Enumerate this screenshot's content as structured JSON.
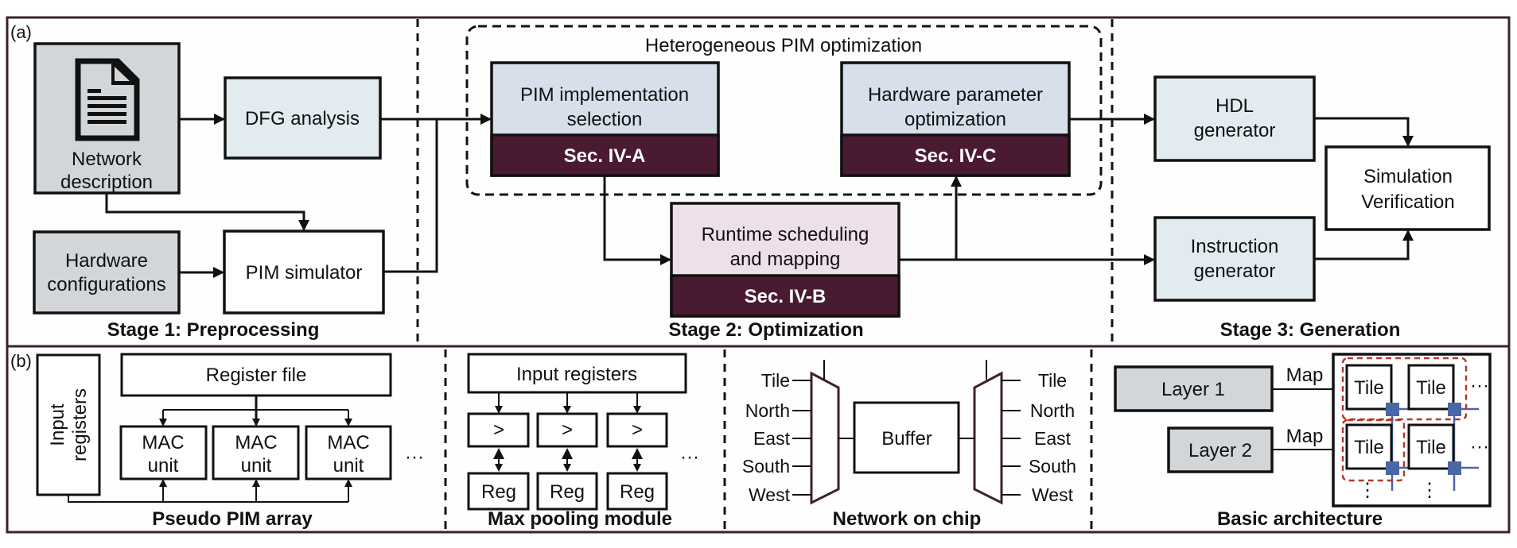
{
  "colors": {
    "frame": "#3d2030",
    "section_band": "#4a1a33",
    "input_gray": "#d3d6d9",
    "light_blue": "#e2ebf0",
    "slate_blue": "#d6dfea",
    "light_pink": "#eee0e8",
    "router_blue": "#4a66a6",
    "mapping_red": "#b23a2a"
  },
  "panel_a": {
    "tag": "(a)",
    "stage1": {
      "title": "Stage 1: Preprocessing",
      "network_description": [
        "Network",
        "description"
      ],
      "document_icon": "document-icon",
      "dfg_analysis": "DFG analysis",
      "hardware_configurations": [
        "Hardware",
        "configurations"
      ],
      "pim_simulator": "PIM simulator"
    },
    "stage2": {
      "title": "Stage 2: Optimization",
      "group_title": "Heterogeneous PIM optimization",
      "pim_selection": [
        "PIM implementation",
        "selection"
      ],
      "pim_selection_sec": "Sec. IV-A",
      "hw_param_opt": [
        "Hardware parameter",
        "optimization"
      ],
      "hw_param_opt_sec": "Sec. IV-C",
      "runtime": [
        "Runtime scheduling",
        "and mapping"
      ],
      "runtime_sec": "Sec. IV-B"
    },
    "stage3": {
      "title": "Stage 3: Generation",
      "hdl_generator": [
        "HDL",
        "generator"
      ],
      "instruction_generator": [
        "Instruction",
        "generator"
      ],
      "simulation_verification": [
        "Simulation",
        "Verification"
      ]
    }
  },
  "panel_b": {
    "tag": "(b)",
    "pseudo_pim": {
      "title": "Pseudo PIM array",
      "input_registers": [
        "Input",
        "registers"
      ],
      "register_file": "Register file",
      "mac_units": [
        [
          "MAC",
          "unit"
        ],
        [
          "MAC",
          "unit"
        ],
        [
          "MAC",
          "unit"
        ]
      ],
      "ellipsis": "···"
    },
    "max_pooling": {
      "title": "Max pooling module",
      "input_registers": "Input registers",
      "comparators": [
        ">",
        ">",
        ">"
      ],
      "regs": [
        "Reg",
        "Reg",
        "Reg"
      ],
      "ellipsis": "···"
    },
    "noc": {
      "title": "Network on chip",
      "buffer": "Buffer",
      "ports_left": [
        "Tile",
        "North",
        "East",
        "South",
        "West"
      ],
      "ports_right": [
        "Tile",
        "North",
        "East",
        "South",
        "West"
      ]
    },
    "basic_arch": {
      "title": "Basic architecture",
      "layers": [
        "Layer 1",
        "Layer 2"
      ],
      "map_labels": [
        "Map",
        "Map"
      ],
      "tiles": [
        "Tile",
        "Tile",
        "Tile",
        "Tile"
      ],
      "h_ellipsis": "···",
      "v_ellipsis": "⋮"
    }
  }
}
